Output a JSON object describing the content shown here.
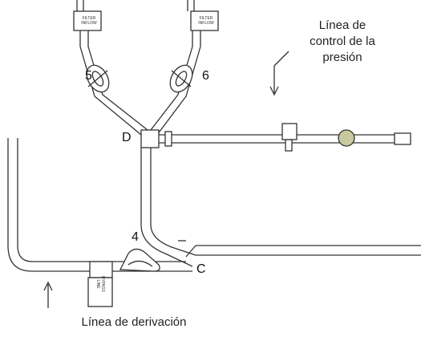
{
  "captions": {
    "pressure_line": [
      "Línea de",
      "control de la",
      "presión"
    ],
    "bypass_line": "Línea de derivación"
  },
  "labels": {
    "clamp_5": "5",
    "clamp_6": "6",
    "junction_d": "D",
    "clamp_4": "4",
    "junction_c": "C"
  },
  "line_tags": {
    "left_top": [
      "FILTER",
      "INFLOW"
    ],
    "right_top": [
      "FILTER",
      "INFLOW"
    ],
    "bottom": [
      "BYPASS",
      "LINE"
    ]
  },
  "colors": {
    "stroke": "#333333",
    "tube_fill": "#ffffff",
    "filter_body": "#c9c9a0"
  }
}
